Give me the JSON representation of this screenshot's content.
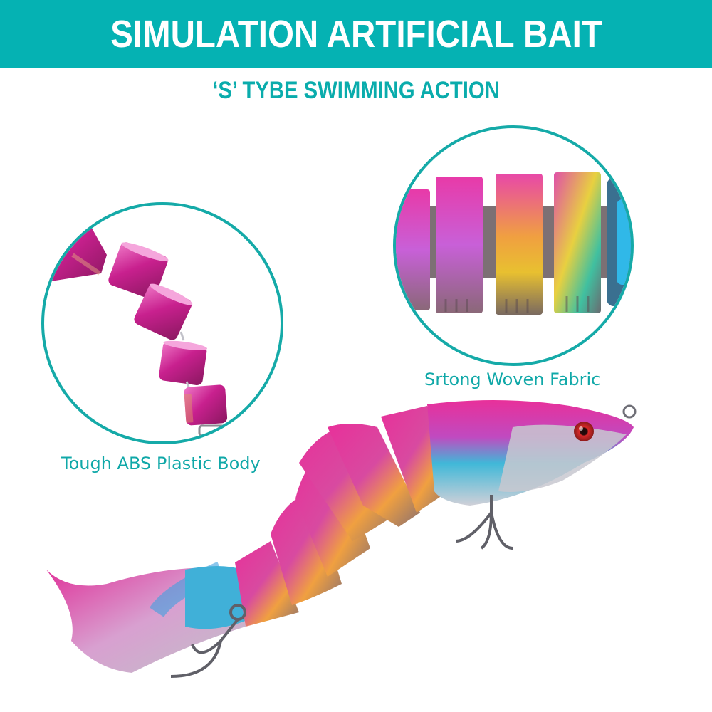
{
  "banner": {
    "title": "SIMULATION ARTIFICIAL BAIT",
    "background_color": "#05b2b3",
    "text_color": "#ffffff"
  },
  "subtitle": {
    "text": "‘S’ TYBE SWIMMING ACTION",
    "color": "#0aacac"
  },
  "detail_circles": [
    {
      "position": "left",
      "caption": "Tough ABS Plastic Body",
      "depicts": "close-up of jointed pink segments curving"
    },
    {
      "position": "right",
      "caption": "Srtong Woven Fabric",
      "depicts": "close-up of holographic iridescent segments"
    }
  ],
  "product": {
    "name": "multi-jointed swimbait fishing lure",
    "colors": [
      "#e0329a",
      "#3fb8d8",
      "#f0b030",
      "#c0c0c8"
    ],
    "eye_color": "#c0202a",
    "hooks": 2
  },
  "accent_color": "#15aaa8"
}
